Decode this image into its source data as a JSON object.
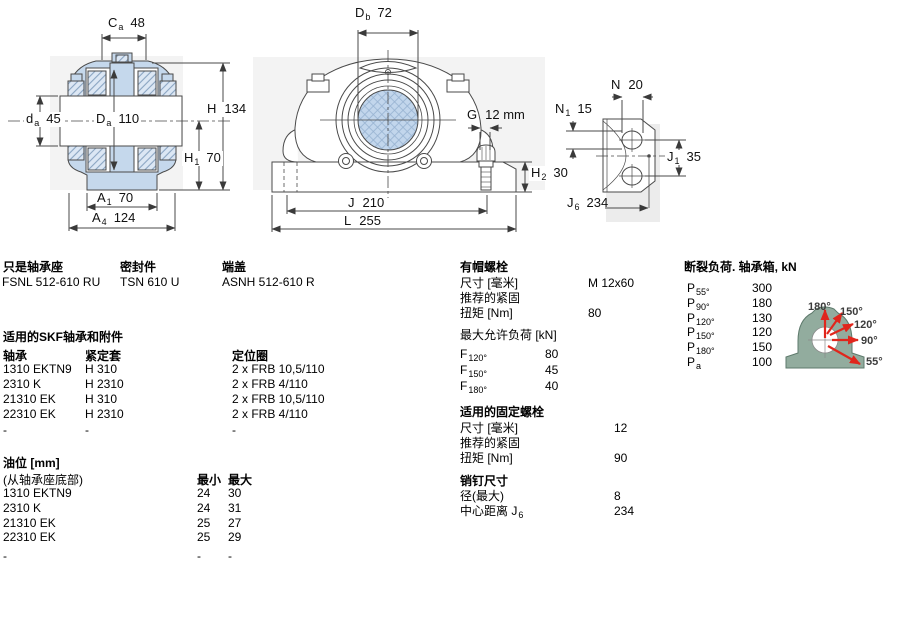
{
  "colors": {
    "drawing_fill_blue": "#c5d8ec",
    "drawing_line": "#4a4a4a",
    "load_arrow_red": "#e0261c",
    "load_housing_green": "#92ac9e"
  },
  "dims": {
    "ca": {
      "sym": "C",
      "sub": "a",
      "value": "48"
    },
    "db": {
      "sym": "D",
      "sub": "b",
      "value": "72"
    },
    "da_shaft": {
      "sym": "d",
      "sub": "a",
      "value": "45"
    },
    "da_housing": {
      "sym": "D",
      "sub": "a",
      "value": "110"
    },
    "h": {
      "sym": "H",
      "sub": "",
      "value": "134"
    },
    "h1": {
      "sym": "H",
      "sub": "1",
      "value": "70"
    },
    "a1": {
      "sym": "A",
      "sub": "1",
      "value": "70"
    },
    "a4": {
      "sym": "A",
      "sub": "4",
      "value": "124"
    },
    "g": {
      "sym": "G",
      "sub": "",
      "value": "12 mm"
    },
    "h2": {
      "sym": "H",
      "sub": "2",
      "value": "30"
    },
    "j": {
      "sym": "J",
      "sub": "",
      "value": "210"
    },
    "l": {
      "sym": "L",
      "sub": "",
      "value": "255"
    },
    "n": {
      "sym": "N",
      "sub": "",
      "value": "20"
    },
    "n1": {
      "sym": "N",
      "sub": "1",
      "value": "15"
    },
    "j1": {
      "sym": "J",
      "sub": "1",
      "value": "35"
    },
    "j6": {
      "sym": "J",
      "sub": "6",
      "value": "234"
    }
  },
  "designations": {
    "housing_label": "只是轴承座",
    "housing_value": "FSNL 512-610 RU",
    "seal_label": "密封件",
    "seal_value": "TSN 610 U",
    "cover_label": "端盖",
    "cover_value": "ASNH 512-610 R"
  },
  "bearing_table": {
    "title": "适用的SKF轴承和附件",
    "col_bearing": "轴承",
    "col_sleeve": "紧定套",
    "col_ring": "定位圈",
    "rows": [
      {
        "bearing": "1310 EKTN9",
        "sleeve": "H 310",
        "ring": "2 x FRB 10,5/110"
      },
      {
        "bearing": "2310 K",
        "sleeve": "H 2310",
        "ring": "2 x FRB 4/110"
      },
      {
        "bearing": "21310 EK",
        "sleeve": "H 310",
        "ring": "2 x FRB 10,5/110"
      },
      {
        "bearing": "22310 EK",
        "sleeve": "H 2310",
        "ring": "2 x FRB 4/110"
      },
      {
        "bearing": "-",
        "sleeve": "-",
        "ring": "-"
      }
    ]
  },
  "oil_table": {
    "title": "油位 [mm]",
    "subtitle": "(从轴承座底部)",
    "col_min": "最小",
    "col_max": "最大",
    "rows": [
      {
        "bearing": "1310 EKTN9",
        "min": "24",
        "max": "30"
      },
      {
        "bearing": "2310 K",
        "min": "24",
        "max": "31"
      },
      {
        "bearing": "21310 EK",
        "min": "25",
        "max": "27"
      },
      {
        "bearing": "22310 EK",
        "min": "25",
        "max": "29"
      },
      {
        "bearing": "-",
        "min": "-",
        "max": "-"
      }
    ]
  },
  "cap_bolts": {
    "title": "有帽螺栓",
    "size_label": "尺寸 [毫米]",
    "size_value": "M 12x60",
    "tighten_label": "推荐的紧固",
    "torque_label": "扭矩 [Nm]",
    "torque_value": "80",
    "max_load_title": "最大允许负荷 [kN]",
    "loads": [
      {
        "sym": "F",
        "sub": "120°",
        "value": "80"
      },
      {
        "sym": "F",
        "sub": "150°",
        "value": "45"
      },
      {
        "sym": "F",
        "sub": "180°",
        "value": "40"
      }
    ]
  },
  "attachment_bolts": {
    "title": "适用的固定螺栓",
    "size_label": "尺寸 [毫米]",
    "size_value": "12",
    "tighten_label": "推荐的紧固",
    "torque_label": "扭矩 [Nm]",
    "torque_value": "90"
  },
  "pins": {
    "title": "销钉尺寸",
    "dia_label": "径(最大)",
    "dia_value": "8",
    "center_label": "中心距离 J",
    "center_sub": "6",
    "center_value": "234"
  },
  "breaking_loads": {
    "title": "断裂负荷. 轴承箱, kN",
    "rows": [
      {
        "sym": "P",
        "sub": "55°",
        "value": "300"
      },
      {
        "sym": "P",
        "sub": "90°",
        "value": "180"
      },
      {
        "sym": "P",
        "sub": "120°",
        "value": "130"
      },
      {
        "sym": "P",
        "sub": "150°",
        "value": "120"
      },
      {
        "sym": "P",
        "sub": "180°",
        "value": "150"
      },
      {
        "sym": "P",
        "sub": "a",
        "value": "100"
      }
    ],
    "diagram_angles": [
      "180°",
      "150°",
      "120°",
      "90°",
      "55°"
    ]
  }
}
